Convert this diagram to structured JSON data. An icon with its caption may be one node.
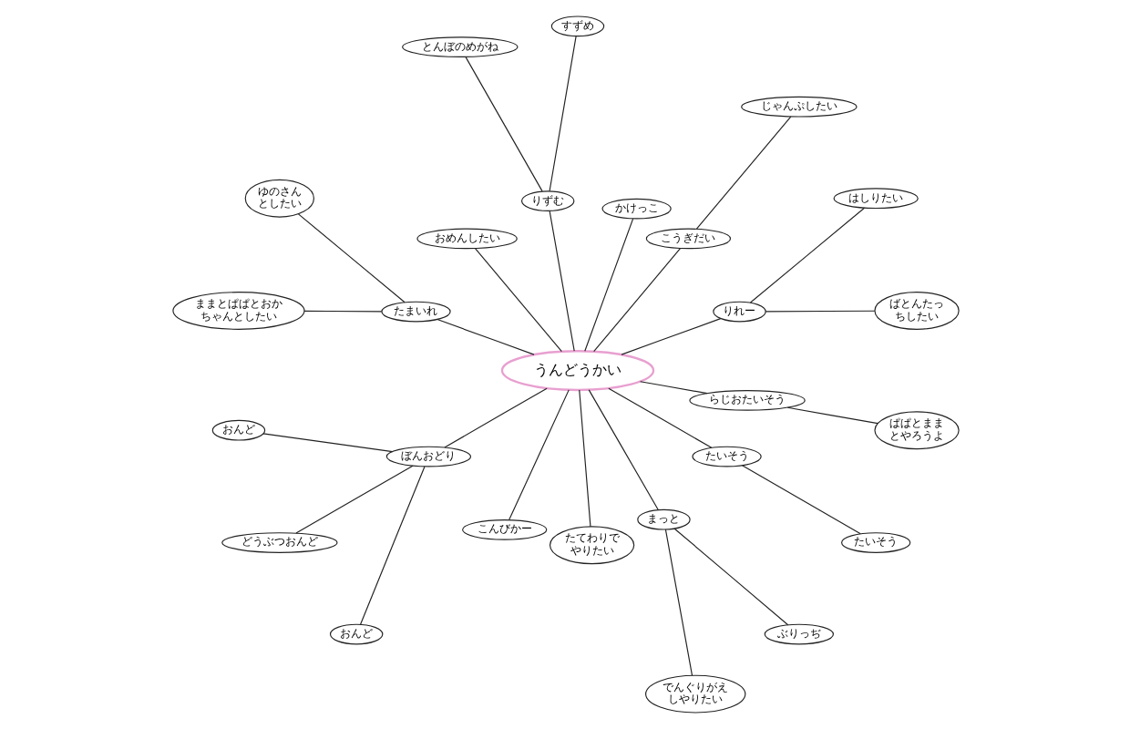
{
  "diagram": {
    "nodes": [
      {
        "text": [
          "うんどうかい"
        ]
      },
      {
        "text": [
          "じゃんぷしたい"
        ]
      },
      {
        "text": [
          "ばとんたっちしたい"
        ]
      },
      {
        "text": [
          "はしりたい"
        ]
      },
      {
        "text": [
          "すずめ"
        ]
      },
      {
        "text": [
          "りれー"
        ]
      },
      {
        "text": [
          "こうぎだい"
        ]
      },
      {
        "text": [
          "かけっこ"
        ]
      },
      {
        "text": [
          "とんぼのめがね"
        ]
      },
      {
        "text": [
          "りずむ"
        ]
      },
      {
        "text": [
          "おめんしたい"
        ]
      },
      {
        "text": [
          "ゆのさんとしたい"
        ]
      },
      {
        "text": [
          "たまいれ"
        ]
      },
      {
        "text": [
          "ままとぱぱとおかちゃんとしたい"
        ]
      },
      {
        "text": [
          "おんど"
        ]
      },
      {
        "text": [
          "ぼんおどり"
        ]
      },
      {
        "text": [
          "こんびかー"
        ]
      },
      {
        "text": [
          "どうぶつおんど"
        ]
      },
      {
        "text": [
          "たてわりでやりたい"
        ]
      },
      {
        "text": [
          "まっと"
        ]
      },
      {
        "text": [
          "たいそう"
        ]
      },
      {
        "text": [
          "でんぐりがえしやりたい"
        ]
      },
      {
        "text": [
          "おんど"
        ]
      },
      {
        "text": [
          "らじおたいそう"
        ]
      },
      {
        "text": [
          "たいそう"
        ]
      },
      {
        "text": [
          "ぶりっぢ"
        ]
      },
      {
        "text": [
          "ぱぱとままとやろうよ"
        ]
      }
    ],
    "edges": [
      {
        "from": 0,
        "to": 9,
        "arrow": "none"
      },
      {
        "from": 0,
        "to": 5,
        "arrow": "none"
      },
      {
        "from": 0,
        "to": 7,
        "arrow": "none"
      },
      {
        "from": 0,
        "to": 6,
        "arrow": "none"
      },
      {
        "from": 0,
        "to": 10,
        "arrow": "none"
      },
      {
        "from": 0,
        "to": 12,
        "arrow": "none"
      },
      {
        "from": 0,
        "to": 16,
        "arrow": "none"
      },
      {
        "from": 0,
        "to": 19,
        "arrow": "none"
      },
      {
        "from": 0,
        "to": 20,
        "arrow": "none"
      },
      {
        "from": 0,
        "to": 23,
        "arrow": "none"
      },
      {
        "from": 0,
        "to": 18,
        "arrow": "none"
      },
      {
        "from": 0,
        "to": 15,
        "arrow": "none"
      },
      {
        "from": 9,
        "to": 4,
        "arrow": "none"
      },
      {
        "from": 9,
        "to": 8,
        "arrow": "none"
      },
      {
        "from": 5,
        "to": 3,
        "arrow": "none"
      },
      {
        "from": 5,
        "to": 2,
        "arrow": "none"
      },
      {
        "from": 6,
        "to": 1,
        "arrow": "none"
      },
      {
        "from": 12,
        "to": 11,
        "arrow": "none"
      },
      {
        "from": 12,
        "to": 13,
        "arrow": "none"
      },
      {
        "from": 19,
        "to": 21,
        "arrow": "none"
      },
      {
        "from": 19,
        "to": 25,
        "arrow": "none"
      },
      {
        "from": 20,
        "to": 24,
        "arrow": "none"
      },
      {
        "from": 23,
        "to": 26,
        "arrow": "none"
      },
      {
        "from": 15,
        "to": 14,
        "arrow": "none"
      },
      {
        "from": 15,
        "to": 17,
        "arrow": "none"
      },
      {
        "from": 15,
        "to": 22,
        "arrow": "none"
      }
    ]
  }
}
